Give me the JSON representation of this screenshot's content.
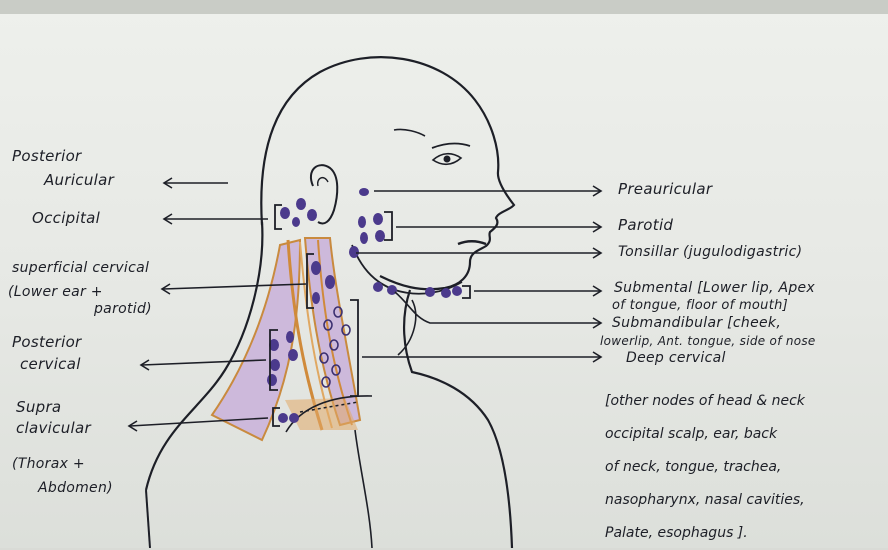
{
  "colors": {
    "ink": "#1d1f27",
    "node_purple": "#4b3a8c",
    "muscle_lavender": "#c9b6d6",
    "muscle_orange": "#d79a55"
  },
  "left_labels": {
    "posterior_auricular": [
      "Posterior",
      "Auricular"
    ],
    "occipital": "Occipital",
    "superficial_cervical": [
      "superficial cervical",
      "(Lower ear +",
      "parotid)"
    ],
    "posterior_cervical": [
      "Posterior",
      "cervical"
    ],
    "supraclavicular": [
      "Supra",
      "clavicular",
      "(Thorax +",
      "Abdomen)"
    ]
  },
  "right_labels": {
    "preauricular": "Preauricular",
    "parotid": "Parotid",
    "tonsillar": "Tonsillar (jugulodigastric)",
    "submental": [
      "Submental [Lower lip, Apex",
      "of tongue, floor of mouth]"
    ],
    "submandibular": [
      "Submandibular [cheek,",
      "lowerlip, Ant. tongue, side of nose"
    ],
    "deep_cervical": "Deep cervical"
  },
  "notes": [
    "[other nodes of head & neck",
    "occipital scalp, ear, back",
    "of neck, tongue, trachea,",
    "nasopharynx, nasal cavities,",
    "Palate, esophagus ]."
  ]
}
